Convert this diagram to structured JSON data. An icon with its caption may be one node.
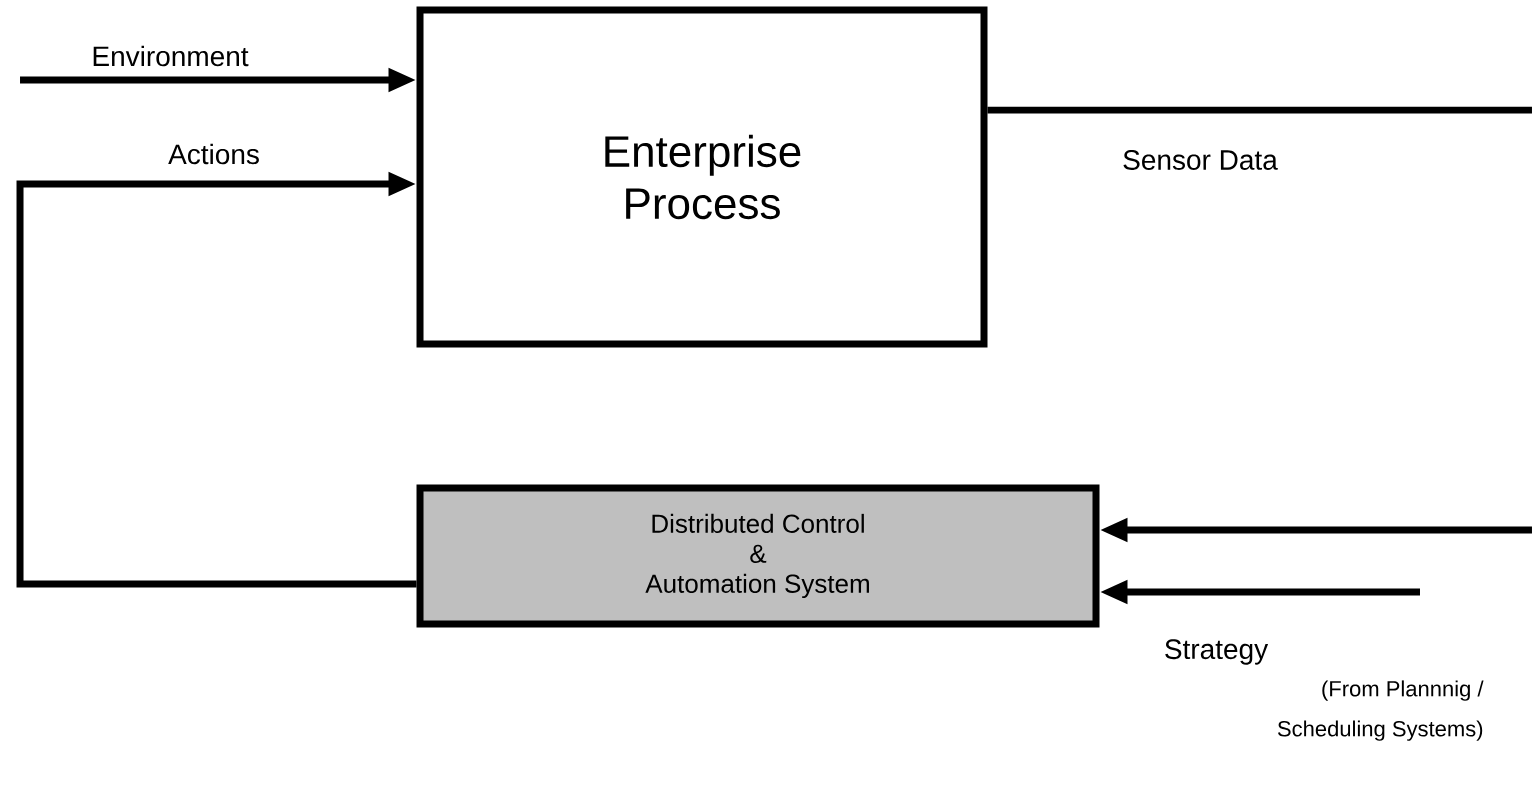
{
  "diagram": {
    "nodes": [
      {
        "text": [
          "Enterprise Process"
        ]
      },
      {
        "text": [
          "Distributed Control & Automation System"
        ]
      }
    ],
    "edges": [
      {
        "from": null,
        "to": 0,
        "arrow": "to",
        "label": "Environment"
      },
      {
        "from": 1,
        "to": 0,
        "arrow": "to",
        "label": "Actions"
      },
      {
        "from": 0,
        "to": null,
        "arrow": "none",
        "label": "Sensor Data"
      },
      {
        "from": null,
        "to": 1,
        "arrow": "to"
      },
      {
        "from": null,
        "to": 1,
        "arrow": "to",
        "label": "Strategy"
      }
    ],
    "labels": [
      "(From Plannnig / Scheduling Systems)"
    ]
  }
}
